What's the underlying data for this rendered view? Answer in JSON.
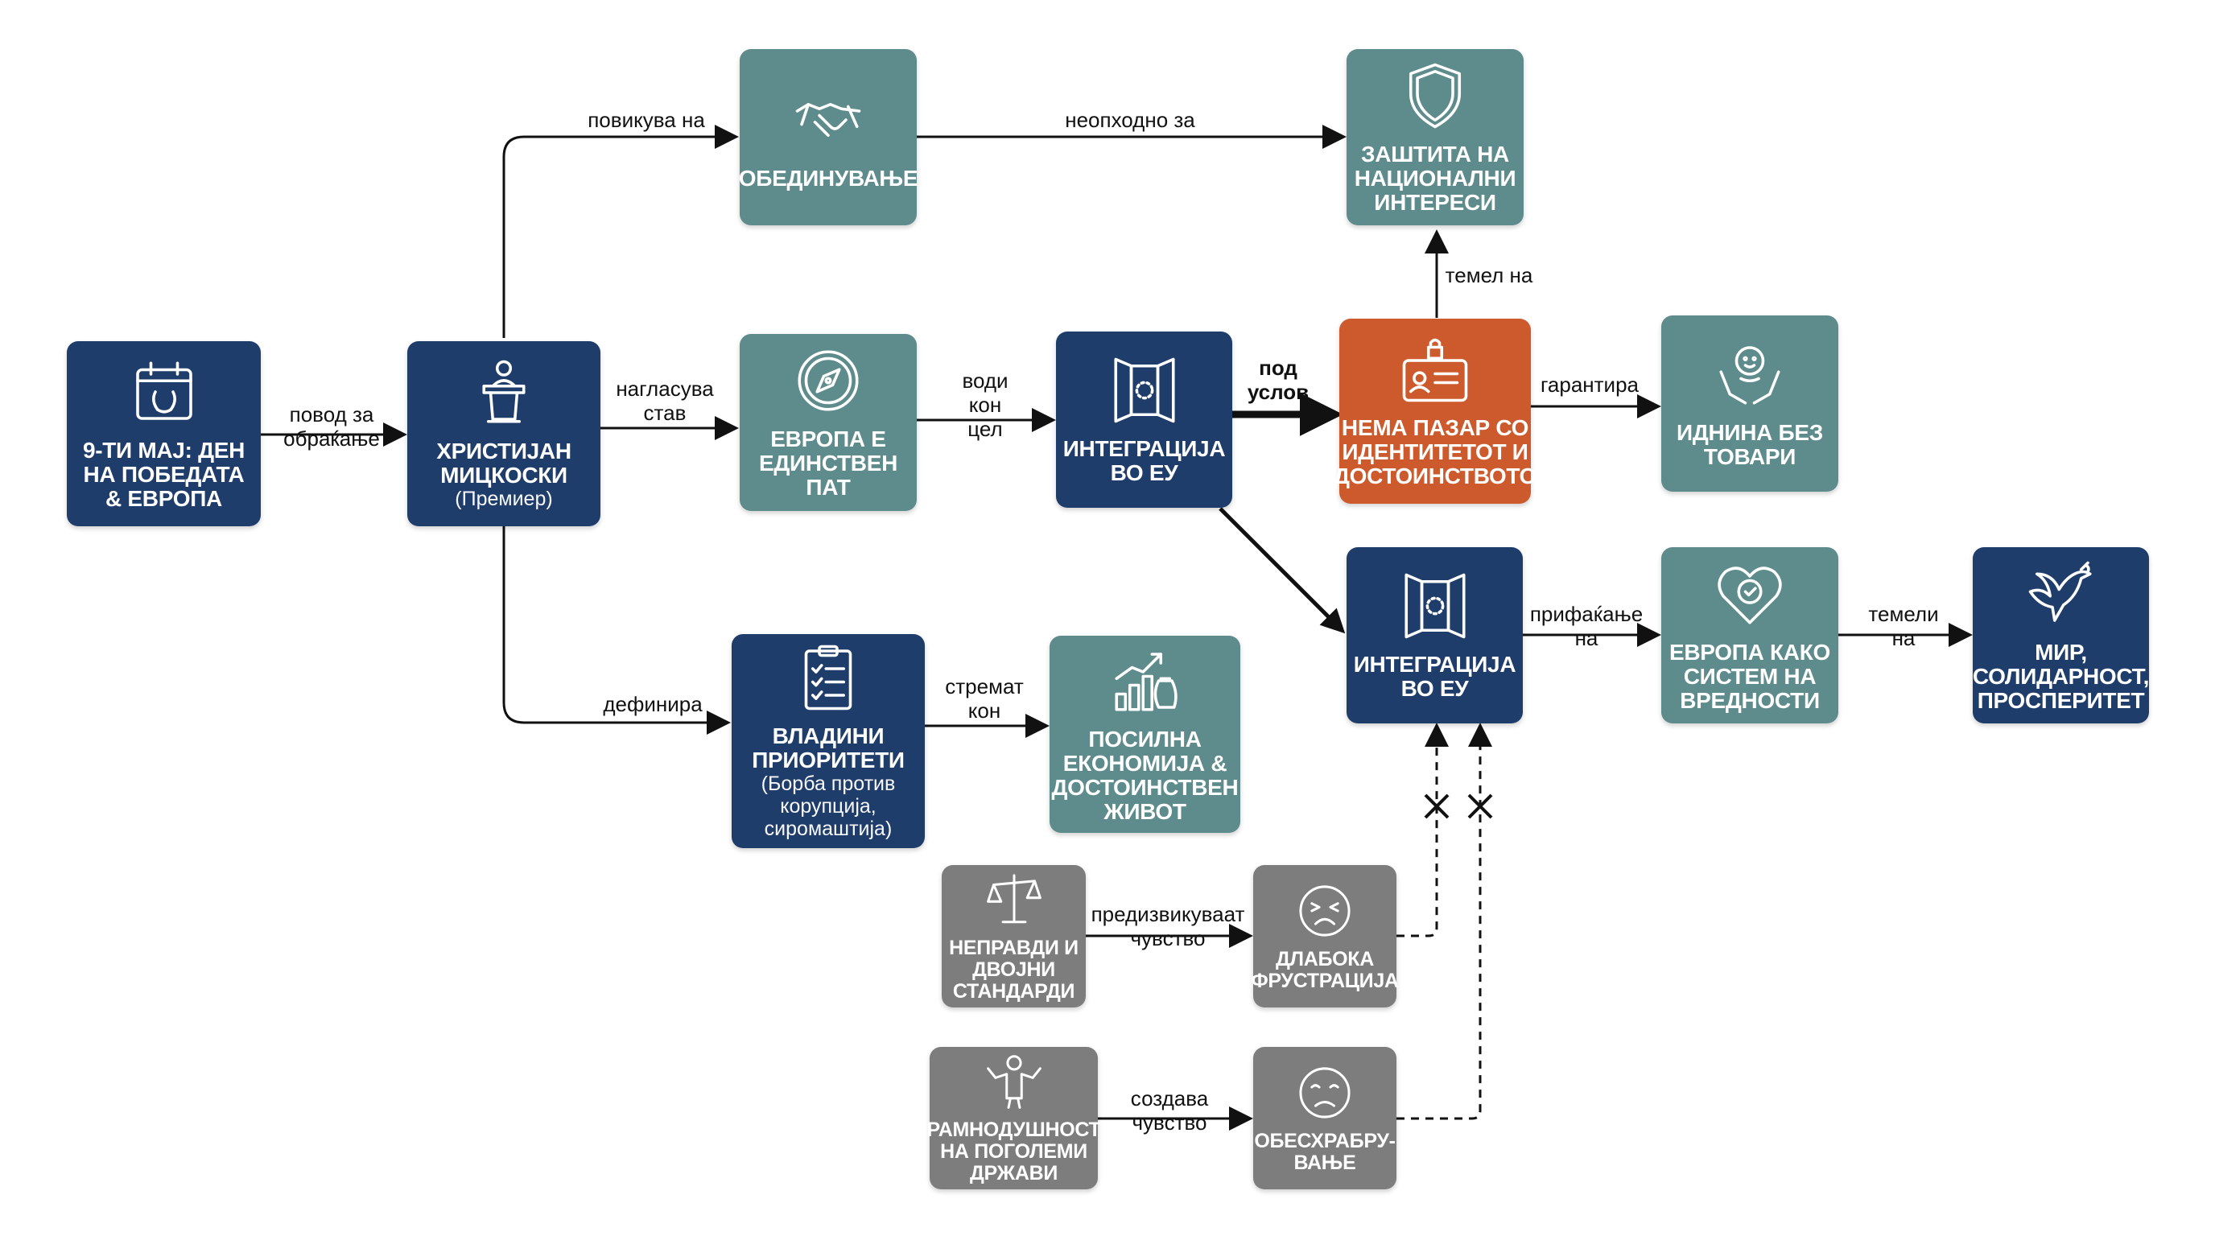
{
  "colors": {
    "navy": "#1f3d6b",
    "teal": "#5e8b8b",
    "orange": "#cd5a2c",
    "gray": "#7d7d7d",
    "edge": "#111111"
  },
  "nodes": {
    "victory_day": {
      "title": "9-ТИ МАЈ: ДЕН\nНА ПОБЕДАТА\n& ЕВРОПА",
      "icon": "calendar-laurel-icon"
    },
    "mickoski": {
      "title": "ХРИСТИЈАН\nМИЦКОСКИ",
      "sub": "(Премиер)",
      "icon": "speaker-podium-icon"
    },
    "unification": {
      "title": "ОБЕДИНУВАЊЕ",
      "icon": "handshake-icon"
    },
    "europe_only_path": {
      "title": "ЕВРОПА Е\nЕДИНСТВЕН ПАТ",
      "icon": "compass-icon"
    },
    "gov_priorities": {
      "title": "ВЛАДИНИ\nПРИОРИТЕТИ",
      "sub": "(Борба против\nкорупција,\nсиромаштија)",
      "icon": "clipboard-checklist-icon"
    },
    "stronger_economy": {
      "title": "ПОСИЛНА\nЕКОНОМИЈА &\nДОСТОИНСТВЕН\nЖИВОТ",
      "icon": "growth-money-icon"
    },
    "eu_integration_1": {
      "title": "ИНТЕГРАЦИЈА\nВО ЕУ",
      "icon": "eu-door-icon"
    },
    "national_interests": {
      "title": "ЗАШТИТА НА\nНАЦИОНАЛНИ\nИНТЕРЕСИ",
      "icon": "shield-icon"
    },
    "no_bargain": {
      "title": "НЕМА ПАЗАР СО\nИДЕНТИТЕТОТ И\nДОСТОИНСТВОТО",
      "icon": "locked-id-card-icon"
    },
    "future_no_burdens": {
      "title": "ИДНИНА БЕЗ\nТОВАРИ",
      "icon": "child-in-hands-icon"
    },
    "eu_integration_2": {
      "title": "ИНТЕГРАЦИЈА\nВО ЕУ",
      "icon": "eu-door-icon"
    },
    "europe_values": {
      "title": "ЕВРОПА КАКО\nСИСТЕМ НА\nВРЕДНОСТИ",
      "icon": "heart-badge-icon"
    },
    "peace": {
      "title": "МИР,\nСОЛИДАРНОСТ,\nПРОСПЕРИТЕТ",
      "icon": "dove-icon"
    },
    "injustice": {
      "title": "НЕПРАВДИ И\nДВОЈНИ\nСТАНДАРДИ",
      "icon": "scales-icon"
    },
    "frustration": {
      "title": "ДЛАБОКА\nФРУСТРАЦИЈА",
      "icon": "angry-face-icon"
    },
    "indifference": {
      "title": "РАМНОДУШНОСТ\nНА ПОГОЛЕМИ\nДРЖАВИ",
      "icon": "shrugging-person-icon"
    },
    "discouragement": {
      "title": "ОБЕСХРАБРУ-\nВАЊЕ",
      "icon": "sad-face-icon"
    }
  },
  "edges": {
    "pretext": "повод за\nобраќање",
    "calls_for": "повикува на",
    "emphasizes": "нагласува\nстав",
    "defines": "дефинира",
    "necessary_for": "неопходно за",
    "leads_to_goal": "води\nкон\nцел",
    "strive_for": "стремат\nкон",
    "on_condition": "под\nуслов",
    "foundation_of": "темел на",
    "guarantees": "гарантира",
    "acceptance_of": "прифаќање\nна",
    "foundations_of": "темели\nна",
    "cause_feeling": "предизвикуваат\nчувство",
    "creates_feeling": "создава\nчувство"
  }
}
